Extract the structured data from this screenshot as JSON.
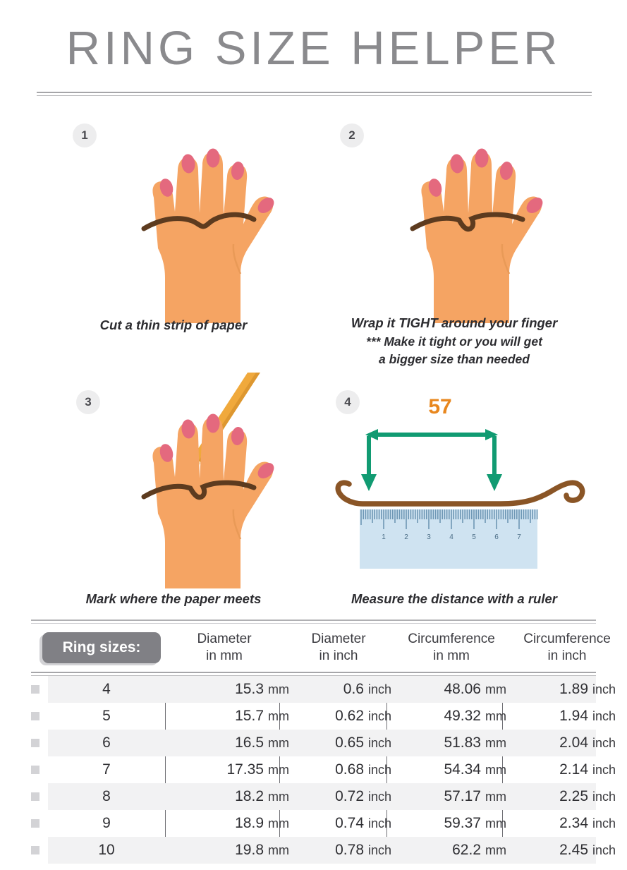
{
  "header": {
    "title": "RING SIZE HELPER"
  },
  "steps": [
    {
      "badge": "1",
      "caption": "Cut a thin strip of paper",
      "art": "hand-with-paper-strip"
    },
    {
      "badge": "2",
      "caption_prefix": "Wrap it ",
      "caption_emphasis": "TIGHT",
      "caption_suffix": " around your finger",
      "note_line1": "*** Make it tight or you will get",
      "note_line2": "a bigger size than needed",
      "art": "hand-with-paper-wrapped"
    },
    {
      "badge": "3",
      "caption": "Mark where the paper meets",
      "art": "hand-with-pencil-marking"
    },
    {
      "badge": "4",
      "caption": "Measure the distance with a ruler",
      "art": "paper-strip-with-ruler",
      "measure_label": "57",
      "ruler_ticks": [
        "1",
        "2",
        "3",
        "4",
        "5",
        "6",
        "7"
      ]
    }
  ],
  "table": {
    "pill_label": "Ring sizes:",
    "columns": [
      {
        "line1": "Diameter",
        "line2": "in mm"
      },
      {
        "line1": "Diameter",
        "line2": "in inch"
      },
      {
        "line1": "Circumference",
        "line2": "in mm"
      },
      {
        "line1": "Circumference",
        "line2": "in inch"
      }
    ],
    "units": {
      "mm": "mm",
      "inch": "inch"
    },
    "rows": [
      {
        "size": "4",
        "diameter_mm": "15.3",
        "diameter_in": "0.6",
        "circumference_mm": "48.06",
        "circumference_in": "1.89"
      },
      {
        "size": "5",
        "diameter_mm": "15.7",
        "diameter_in": "0.62",
        "circumference_mm": "49.32",
        "circumference_in": "1.94"
      },
      {
        "size": "6",
        "diameter_mm": "16.5",
        "diameter_in": "0.65",
        "circumference_mm": "51.83",
        "circumference_in": "2.04"
      },
      {
        "size": "7",
        "diameter_mm": "17.35",
        "diameter_in": "0.68",
        "circumference_mm": "54.34",
        "circumference_in": "2.14"
      },
      {
        "size": "8",
        "diameter_mm": "18.2",
        "diameter_in": "0.72",
        "circumference_mm": "57.17",
        "circumference_in": "2.25"
      },
      {
        "size": "9",
        "diameter_mm": "18.9",
        "diameter_in": "0.74",
        "circumference_mm": "59.37",
        "circumference_in": "2.34"
      },
      {
        "size": "10",
        "diameter_mm": "19.8",
        "diameter_in": "0.78",
        "circumference_mm": "62.2",
        "circumference_in": "2.45"
      }
    ]
  },
  "colors": {
    "title_grey": "#8a8a8d",
    "skin": "#f5a463",
    "skin_shadow": "#eb9a58",
    "nail": "#e4697e",
    "paper_dark": "#5d3b1f",
    "paper_brown": "#8a5526",
    "pencil_yellow": "#f0a93c",
    "pencil_eraser": "#f0a6b4",
    "arrow_green": "#119b72",
    "measure_orange": "#e8871e",
    "ruler_fill": "#cfe3f1",
    "ruler_tick": "#6e97b5",
    "pill_grey": "#808085",
    "row_stripe": "#f2f2f3"
  }
}
